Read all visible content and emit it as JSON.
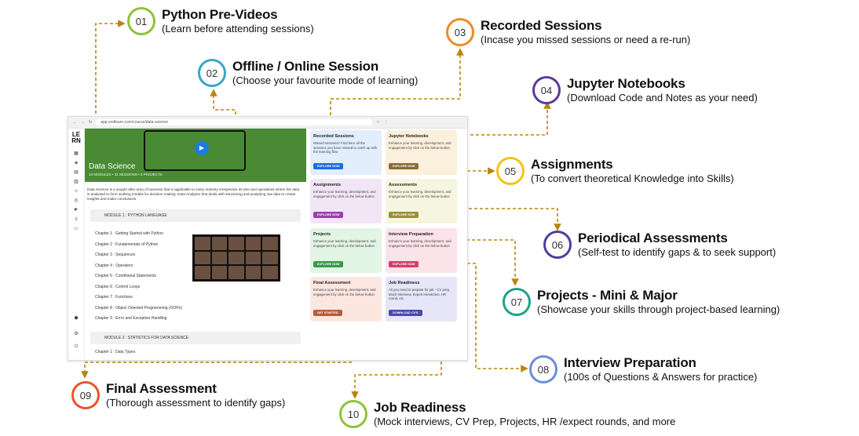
{
  "features": [
    {
      "num": "01",
      "title": "Python Pre-Videos",
      "subtitle": "(Learn before attending sessions)",
      "color": "#8fc23b"
    },
    {
      "num": "02",
      "title": "Offline / Online Session",
      "subtitle": "(Choose your favourite mode of learning)",
      "color": "#3aa6c9"
    },
    {
      "num": "03",
      "title": "Recorded Sessions",
      "subtitle": "(Incase you missed sessions or need a re-run)",
      "color": "#f08a24"
    },
    {
      "num": "04",
      "title": "Jupyter Notebooks",
      "subtitle": "(Download Code and Notes as your need)",
      "color": "#5b3b9c"
    },
    {
      "num": "05",
      "title": "Assignments",
      "subtitle": "(To convert theoretical Knowledge into Skills)",
      "color": "#f0c419"
    },
    {
      "num": "06",
      "title": "Periodical Assessments",
      "subtitle": "(Self-test to identify gaps & to seek support)",
      "color": "#4b3f9a"
    },
    {
      "num": "07",
      "title": "Projects - Mini & Major",
      "subtitle": "(Showcase your skills through project-based learning)",
      "color": "#1fa18c"
    },
    {
      "num": "08",
      "title": "Interview Preparation",
      "subtitle": "(100s of Questions & Answers for practice)",
      "color": "#6b8fd6"
    },
    {
      "num": "09",
      "title": "Final Assessment",
      "subtitle": "(Thorough assessment to identify gaps)",
      "color": "#e8552a"
    },
    {
      "num": "10",
      "title": "Job Readiness",
      "subtitle": "(Mock interviews, CV Prep, Projects, HR /expect rounds, and more",
      "color": "#8fc23b"
    }
  ],
  "browser": {
    "url": "app.cedlearn.com/course/data-science",
    "logo_top": "LE",
    "logo_bottom": "RN",
    "course_title": "Data Science",
    "course_meta": "10 MODULES  •  32 SESSIONS  •  3 PROJECTS",
    "description": "Data Science is a sought after area of business that is applicable to every industry irrespective its size and operations where the data is analysed to form working models for decision making. Data Analytics that deals with structuring and analysing raw data to create insights and make conclusions",
    "module1": "MODULE 1 : PYTHON LANGUAGE",
    "module2": "MODULE 2 : STATISTICS FOR DATA SCIENCE",
    "chapters": [
      "Chapter 1 : Getting Started with Python",
      "Chapter 2 : Fundamentals of Python",
      "Chapter 3 : Sequences",
      "Chapter 4 : Operators",
      "Chapter 5 : Conditional Statements",
      "Chapter 6 : Control Loops",
      "Chapter 7 : Functions",
      "Chapter 8 : Object Oriented Programming (OOPs)",
      "Chapter 9 : Error and Exception Handling"
    ],
    "module2_chapter": "Chapter 1 : Data Types",
    "cards": [
      {
        "title": "Recorded Sessions",
        "desc": "Missed sessions? Find here all the sessions you have missed to catch up with the learning flow",
        "button": "EXPLORE NOW",
        "bg": "#e3eefc",
        "btn": "#1b6fe0"
      },
      {
        "title": "Jupyter Notebooks",
        "desc": "Enhance your learning, development, and engagement by click on the below button",
        "button": "EXPLORE NOW",
        "bg": "#fbf0dc",
        "btn": "#8a6b3a"
      },
      {
        "title": "Assignments",
        "desc": "Enhance your learning, development, and engagement by click on the below button",
        "button": "EXPLORE NOW",
        "bg": "#f2e6f6",
        "btn": "#9b3fb0"
      },
      {
        "title": "Assessments",
        "desc": "Enhance your learning, development, and engagement by click on the below button",
        "button": "EXPLORE NOW",
        "bg": "#f6f6e0",
        "btn": "#9a8f3a"
      },
      {
        "title": "Projects",
        "desc": "Enhance your learning, development, and engagement by click on the below button",
        "button": "EXPLORE NOW",
        "bg": "#e2f4e4",
        "btn": "#3a9a4a"
      },
      {
        "title": "Interview Preparation",
        "desc": "Enhance your learning, development, and engagement by click on the below button",
        "button": "EXPLORE NOW",
        "bg": "#fbe3ea",
        "btn": "#d0406a"
      },
      {
        "title": "Final Assessment",
        "desc": "Enhance your learning, development, and engagement by click on the below button",
        "button": "GET STARTED",
        "bg": "#fce6e0",
        "btn": "#b0603a"
      },
      {
        "title": "Job Readiness",
        "desc": "All you need to prepare for job - CV prep, Mock Interview, Expert Interaction, HR round, etc.",
        "button": "DOWNLOAD CV'S",
        "bg": "#e6e6f8",
        "btn": "#4a4aa8"
      }
    ]
  },
  "colors": {
    "arrow": "#b8860b"
  }
}
